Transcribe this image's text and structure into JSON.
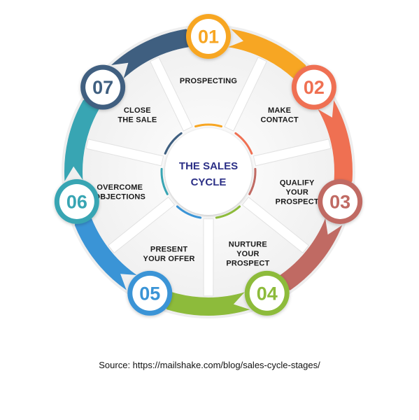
{
  "center": {
    "line1": "THE SALES",
    "line2": "CYCLE"
  },
  "stages": [
    {
      "number": "01",
      "label_lines": [
        "PROSPECTING"
      ],
      "color": "#f7a623"
    },
    {
      "number": "02",
      "label_lines": [
        "MAKE",
        "CONTACT"
      ],
      "color": "#ef7052"
    },
    {
      "number": "03",
      "label_lines": [
        "QUALIFY",
        "YOUR",
        "PROSPECT"
      ],
      "color": "#c06a63"
    },
    {
      "number": "04",
      "label_lines": [
        "NURTURE",
        "YOUR",
        "PROSPECT"
      ],
      "color": "#8dbb3b"
    },
    {
      "number": "05",
      "label_lines": [
        "PRESENT",
        "YOUR OFFER"
      ],
      "color": "#3a94d6"
    },
    {
      "number": "06",
      "label_lines": [
        "OVERCOME",
        "OBJECTIONS"
      ],
      "color": "#38a5b3"
    },
    {
      "number": "07",
      "label_lines": [
        "CLOSE",
        "THE SALE"
      ],
      "color": "#3f5f80"
    }
  ],
  "source": "Source: https://mailshake.com/blog/sales-cycle-stages/"
}
